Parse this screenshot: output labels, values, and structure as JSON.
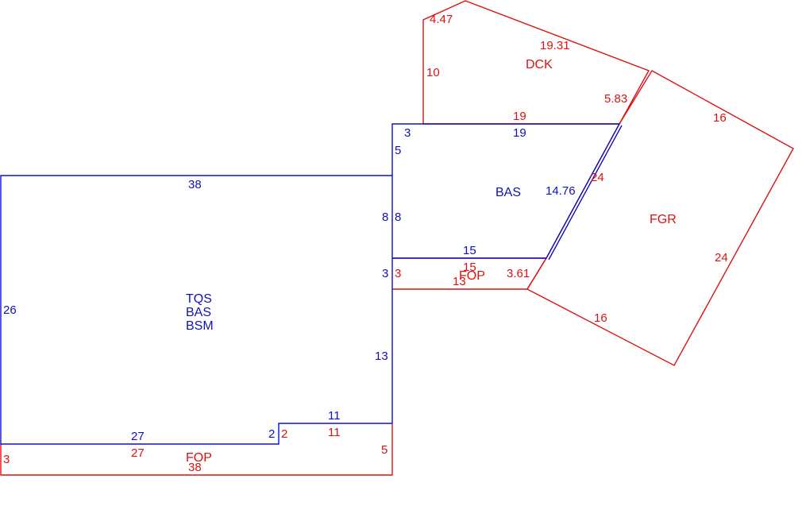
{
  "colors": {
    "red": "#dd1111",
    "blue": "#1111bb"
  },
  "areas": {
    "main_lines": [
      "TQS",
      "BAS",
      "BSM"
    ],
    "bas_upper": "BAS",
    "dck": "DCK",
    "fgr": "FGR",
    "fop_mid": "FOP",
    "fop_bottom": "FOP"
  },
  "dims": {
    "top_38": "38",
    "left_26": "26",
    "mid_8_outer": "8",
    "mid_8_inner": "8",
    "mid_3_blue": "3",
    "mid_3_red": "3",
    "right_13": "13",
    "step_11_blue": "11",
    "step_11_red": "11",
    "step_2_blue": "2",
    "step_2_red": "2",
    "bottom_27_blue": "27",
    "bottom_27_red": "27",
    "fop_3": "3",
    "fop_5": "5",
    "fop_38": "38",
    "bas_3": "3",
    "bas_5": "5",
    "bas_19_blue": "19",
    "bas_19_red": "19",
    "bas_15_blue": "15",
    "bas_15_red": "15",
    "bas_14_76": "14.76",
    "fop_13": "13",
    "fop_3_61": "3.61",
    "dck_4_47": "4.47",
    "dck_19_31": "19.31",
    "dck_10": "10",
    "dck_5_83": "5.83",
    "fgr_16_top": "16",
    "fgr_24_left": "24",
    "fgr_24_right": "24",
    "fgr_16_bottom": "16"
  }
}
